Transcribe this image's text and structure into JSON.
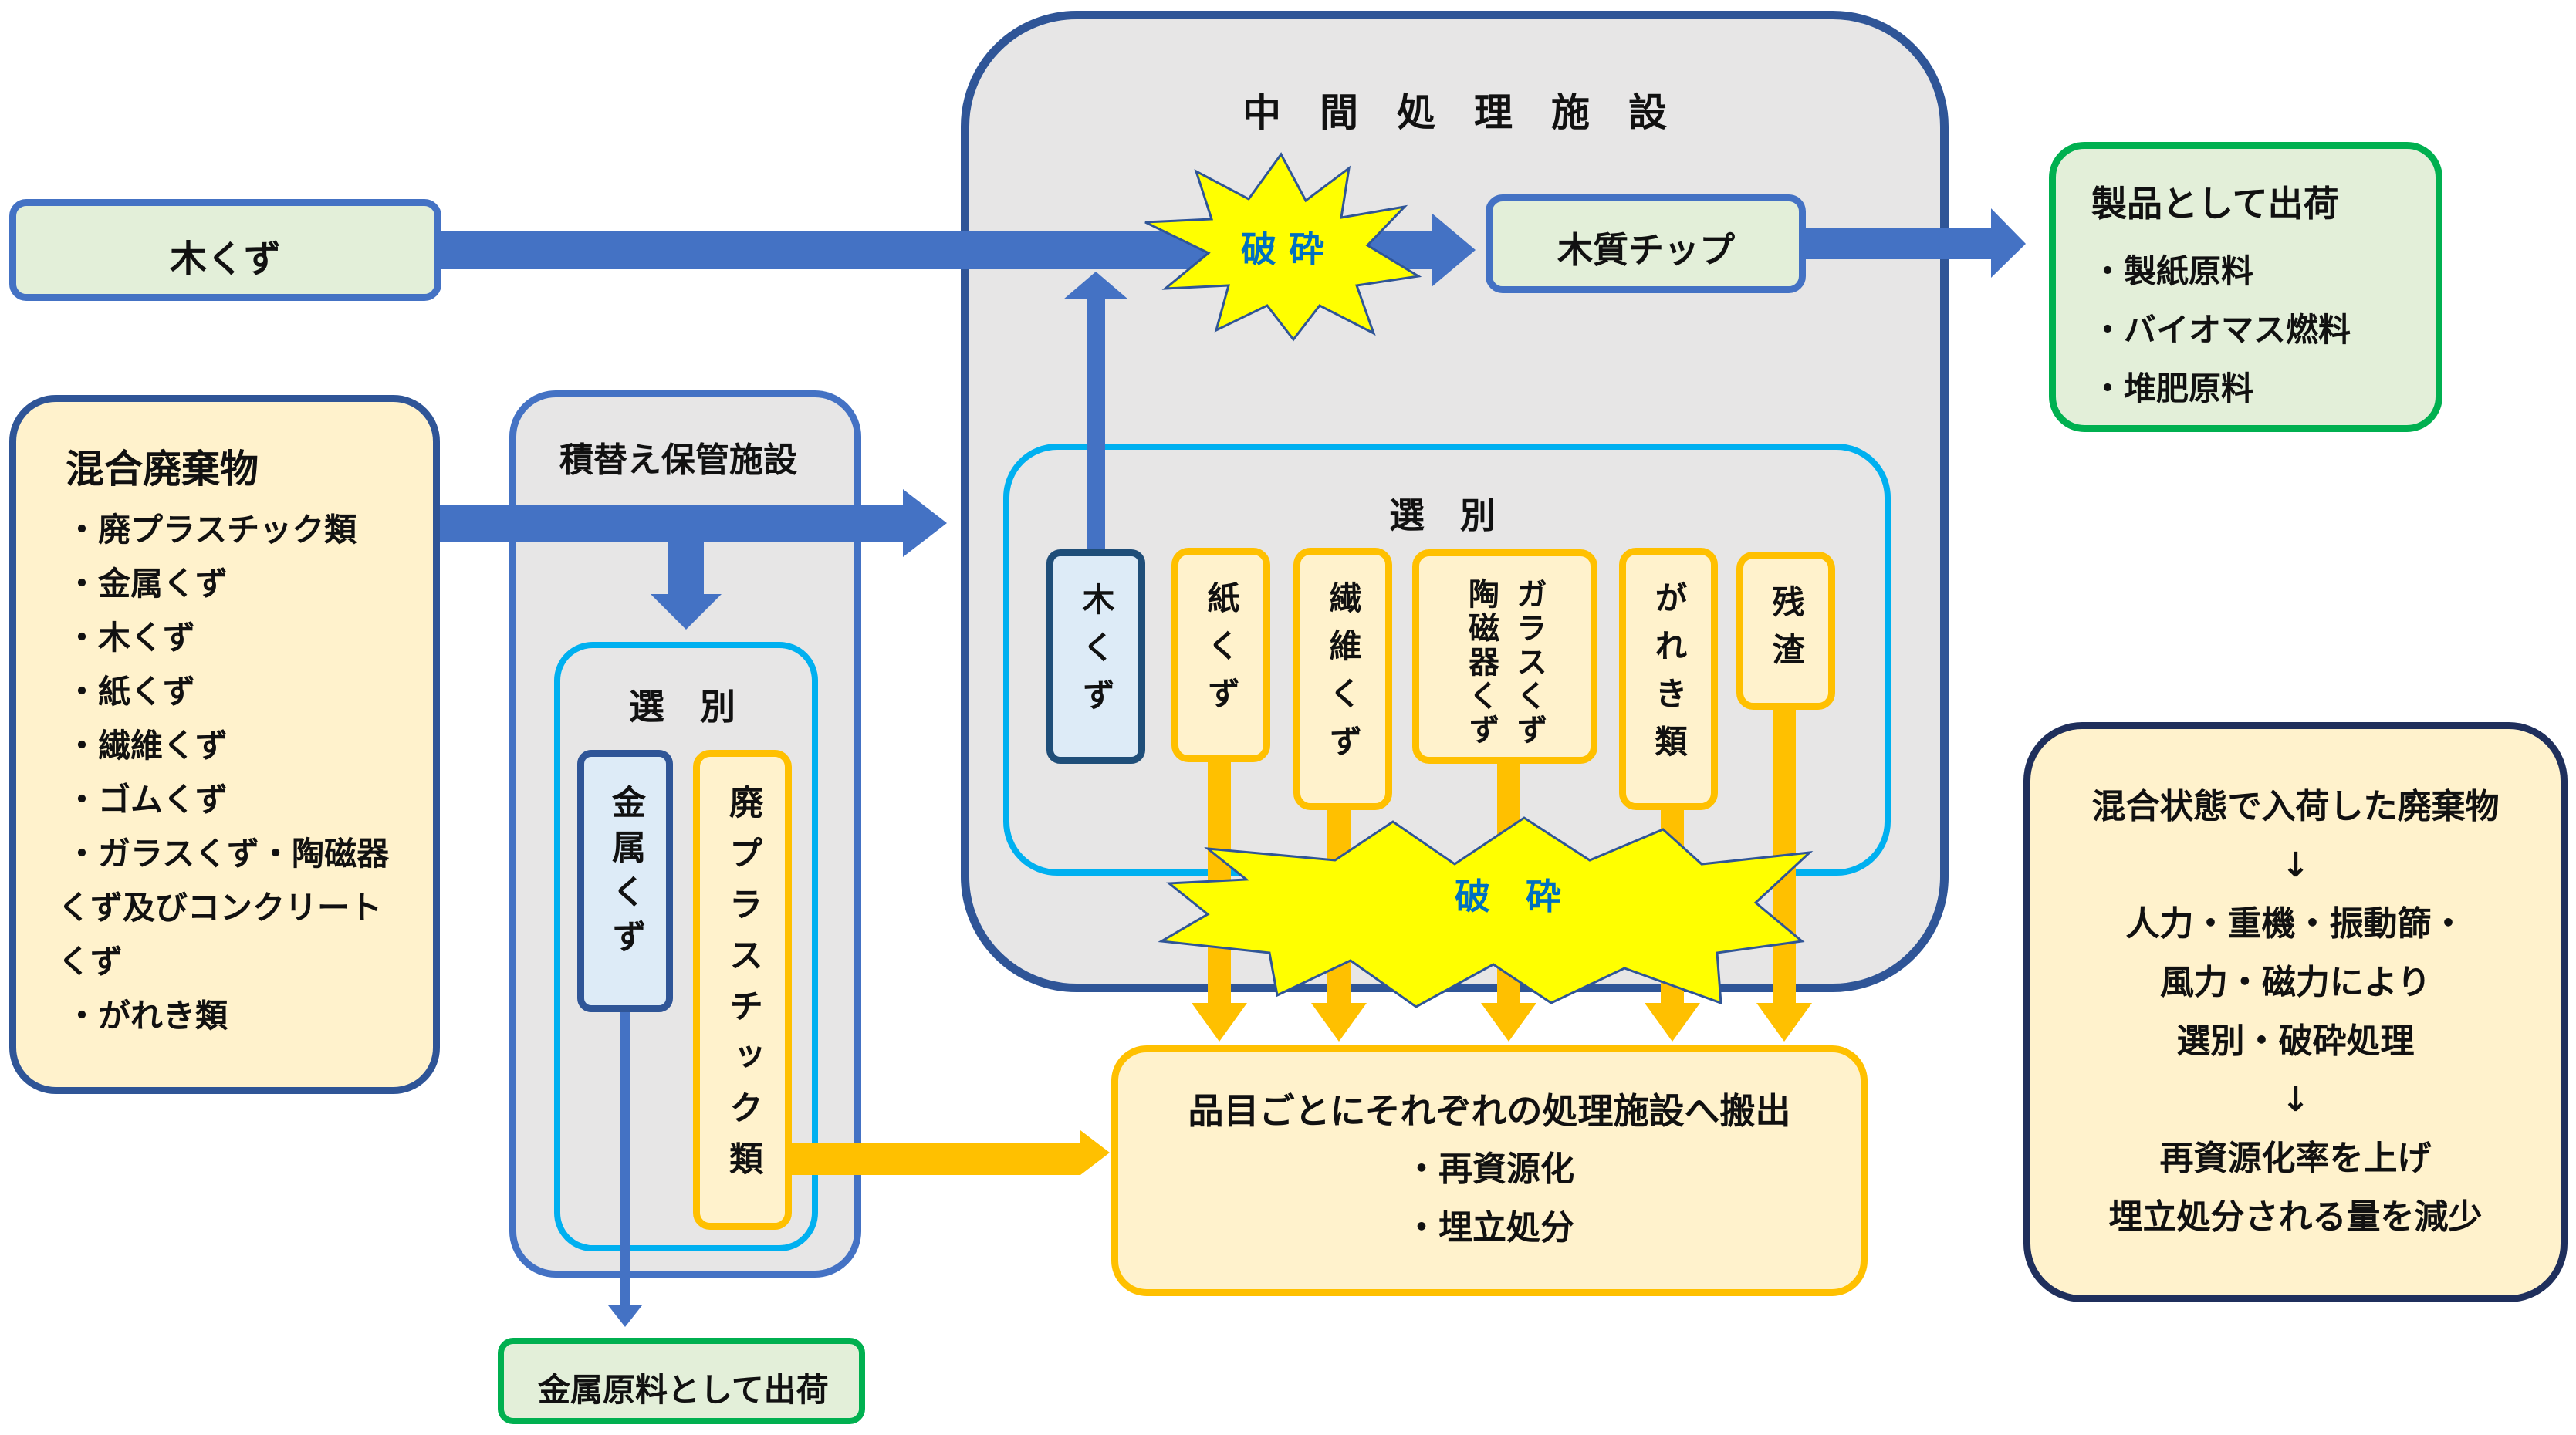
{
  "nodes": {
    "wood_waste": "木くず",
    "mixed": {
      "title": "混合廃棄物",
      "items": [
        "・廃プラスチック類",
        "・金属くず",
        "・木くず",
        "・紙くず",
        "・繊維くず",
        "・ゴムくず",
        "・ガラスくず・陶磁器",
        "くず及びコンクリート",
        "くず",
        "・がれき類"
      ]
    },
    "transfer": {
      "title": "積替え保管施設",
      "sort": "選　別",
      "metal": "金属くず",
      "plastic": "廃プラスチック類"
    },
    "metal_ship": "金属原料として出荷",
    "intermediate": {
      "title": "中　間　処　理　施　設",
      "crush_top": "破 砕",
      "wood_chip": "木質チップ",
      "sort": "選　別",
      "bins": [
        "木くず",
        "紙くず",
        "繊維くず",
        "ガラスくず",
        "陶磁器くず",
        "がれき類",
        "残渣"
      ],
      "crush_bottom": "破　砕"
    },
    "product": {
      "title": "製品として出荷",
      "items": [
        "・製紙原料",
        "・バイオマス燃料",
        "・堆肥原料"
      ]
    },
    "destination": {
      "title": "品目ごとにそれぞれの処理施設へ搬出",
      "items": [
        "・再資源化",
        "・埋立処分"
      ]
    },
    "summary": {
      "lines": [
        "混合状態で入荷した廃棄物",
        "↓",
        "人力・重機・振動篩・",
        "風力・磁力により",
        "選別・破砕処理",
        "↓",
        "再資源化率を上げ",
        "埋立処分される量を減少"
      ]
    }
  },
  "colors": {
    "blue_arrow": "#4472c4",
    "yellow_arrow": "#ffc000",
    "facility_border": "#2f5597",
    "facility_fill": "#e7e6e6",
    "sort_border": "#00b0f0",
    "green_border": "#00b050",
    "green_fill": "#e3efd9",
    "cream_fill": "#fff2cc",
    "burst_fill": "#ffff00",
    "burst_text": "#0070c0",
    "summary_border": "#1f2f5c"
  }
}
